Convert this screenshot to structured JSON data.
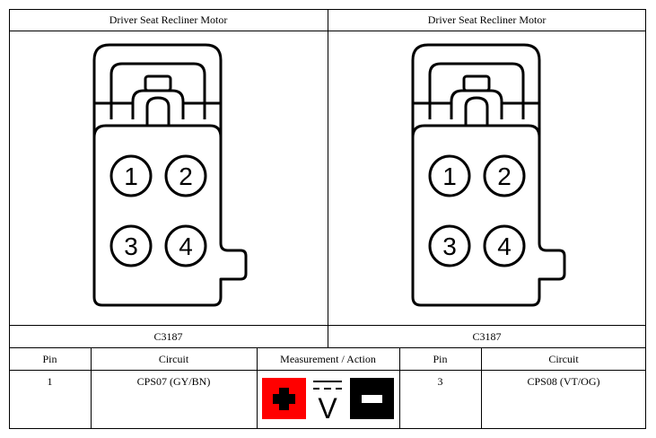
{
  "connectors": [
    {
      "title": "Driver Seat Recliner Motor",
      "connector_id": "C3187",
      "pins": [
        "1",
        "2",
        "3",
        "4"
      ]
    },
    {
      "title": "Driver Seat Recliner Motor",
      "connector_id": "C3187",
      "pins": [
        "1",
        "2",
        "3",
        "4"
      ]
    }
  ],
  "table": {
    "headers": [
      "Pin",
      "Circuit",
      "Measurement / Action",
      "Pin",
      "Circuit"
    ],
    "row": {
      "pin_a": "1",
      "circuit_a": "CPS07 (GY/BN)",
      "pin_b": "3",
      "circuit_b": "CPS08 (VT/OG)"
    }
  },
  "measurement": {
    "positive_symbol": "+",
    "negative_symbol": "−",
    "meter_symbol": "V",
    "positive_color": "#ff0000",
    "negative_color": "#000000",
    "icons": [
      "positive-probe-icon",
      "dc-voltage-icon",
      "negative-probe-icon"
    ]
  }
}
